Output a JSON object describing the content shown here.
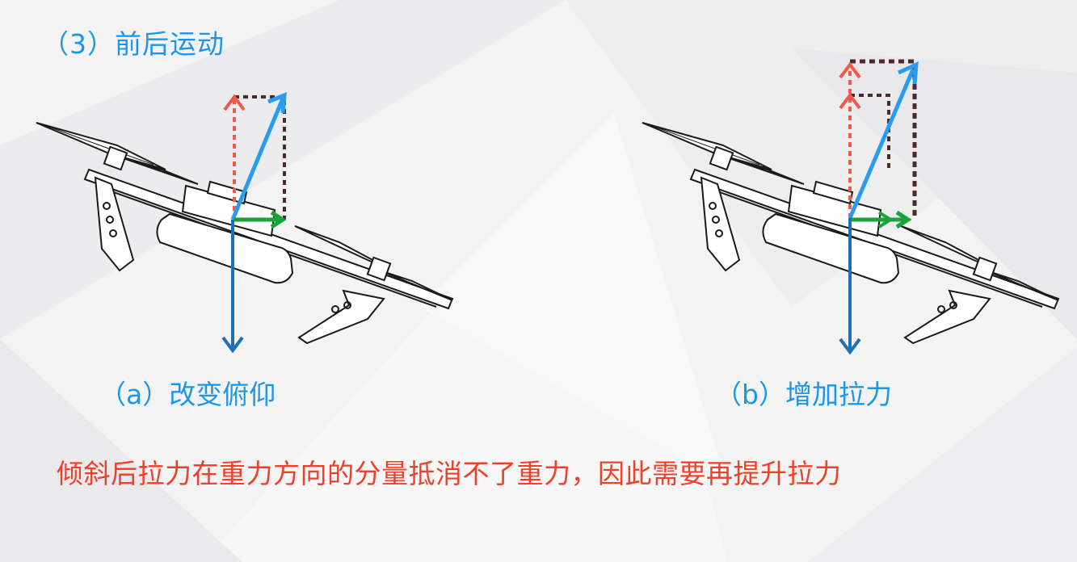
{
  "slide": {
    "section_title": "（3）前后运动",
    "diagrams": [
      {
        "id": "a",
        "caption": "（a）改变俯仰",
        "extra_vertical_arrow": false
      },
      {
        "id": "b",
        "caption": "（b）增加拉力",
        "extra_vertical_arrow": true
      }
    ],
    "conclusion": "倾斜后拉力在重力方向的分量抵消不了重力，因此需要再提升拉力"
  },
  "colors": {
    "title_blue": "#1e96e8",
    "thrust_blue": "#2a9cf0",
    "gravity_blue": "#1f6fb5",
    "vertical_component_red": "#f05a4a",
    "horizontal_component_green": "#1aa33a",
    "dotted_box": "#4a2a2a",
    "conclusion_red": "#f0402a"
  },
  "icons": {
    "drone": "quadcopter-side-view-sketch"
  }
}
